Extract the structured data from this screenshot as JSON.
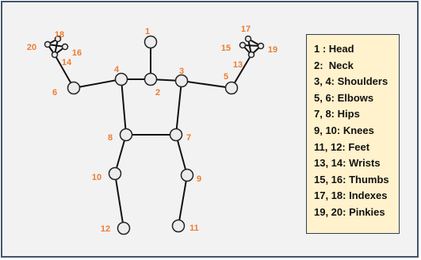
{
  "colors": {
    "background": "#f2f2f2",
    "border": "#44546a",
    "label": "#ed7d31",
    "legend_bg": "#fff2cc"
  },
  "joints": [
    {
      "id": "1",
      "name": "head"
    },
    {
      "id": "2",
      "name": "neck"
    },
    {
      "id": "3",
      "name": "shoulder"
    },
    {
      "id": "4",
      "name": "shoulder"
    },
    {
      "id": "5",
      "name": "elbow"
    },
    {
      "id": "6",
      "name": "elbow"
    },
    {
      "id": "7",
      "name": "hip"
    },
    {
      "id": "8",
      "name": "hip"
    },
    {
      "id": "9",
      "name": "knee"
    },
    {
      "id": "10",
      "name": "knee"
    },
    {
      "id": "11",
      "name": "foot"
    },
    {
      "id": "12",
      "name": "foot"
    },
    {
      "id": "13",
      "name": "wrist"
    },
    {
      "id": "14",
      "name": "wrist"
    },
    {
      "id": "15",
      "name": "thumb"
    },
    {
      "id": "16",
      "name": "thumb"
    },
    {
      "id": "17",
      "name": "index"
    },
    {
      "id": "18",
      "name": "index"
    },
    {
      "id": "19",
      "name": "pinky"
    },
    {
      "id": "20",
      "name": "pinky"
    }
  ],
  "legend": [
    "1 : Head",
    "2:  Neck",
    "3, 4: Shoulders",
    "5, 6: Elbows",
    "7, 8: Hips",
    "9, 10: Knees",
    "11, 12: Feet",
    "13, 14: Wrists",
    "15, 16: Thumbs",
    "17, 18: Indexes",
    "19, 20: Pinkies"
  ]
}
